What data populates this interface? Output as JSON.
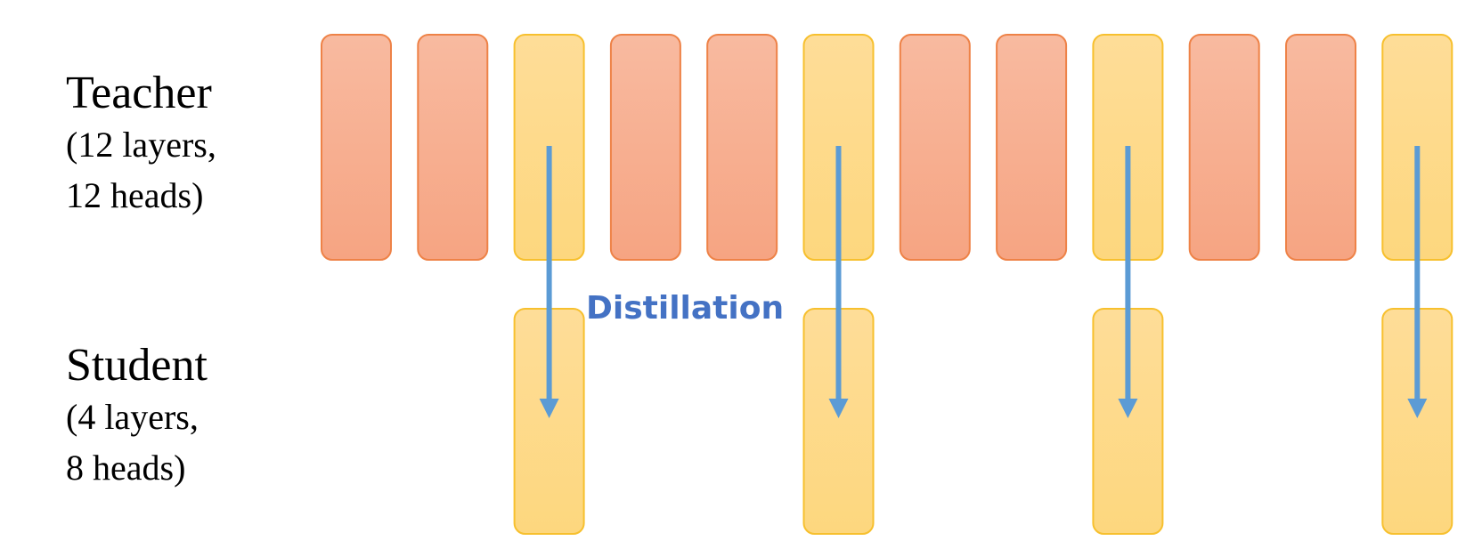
{
  "teacher": {
    "title": "Teacher",
    "line1": "(12 layers,",
    "line2": "12 heads)",
    "layer_count": 12,
    "distilled_layers": [
      3,
      6,
      9,
      12
    ]
  },
  "student": {
    "title": "Student",
    "line1": "(4 layers,",
    "line2": "8 heads)",
    "layer_count": 4
  },
  "distillation_label": "Distillation",
  "colors": {
    "teacher_block_top": "#F8BAA0",
    "teacher_block_bottom": "#F6A482",
    "teacher_block_border": "#EE8247",
    "distilled_block_top": "#FEDD98",
    "distilled_block_bottom": "#FDD77E",
    "distilled_block_border": "#F7C02E",
    "arrow": "#5B9BD5",
    "distillation_text": "#4472C4"
  }
}
